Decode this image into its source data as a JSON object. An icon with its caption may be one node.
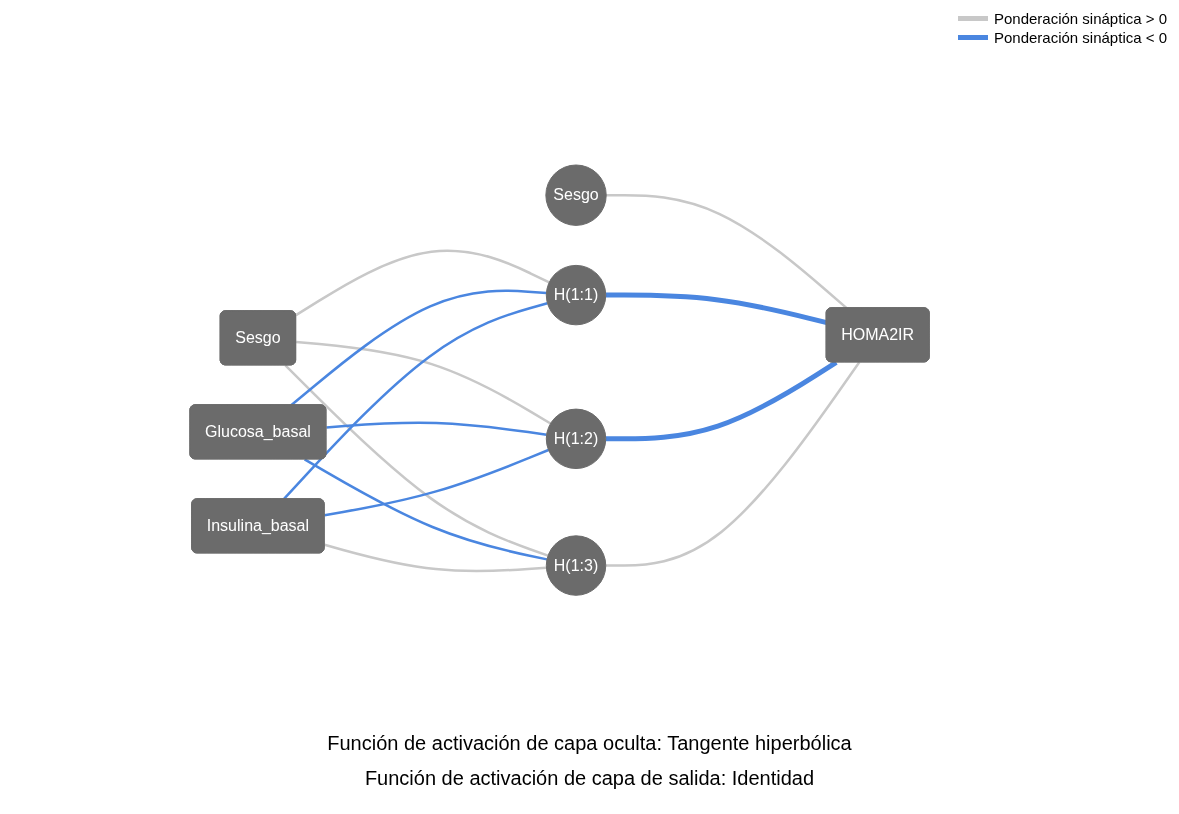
{
  "diagram": {
    "nodes": [
      {
        "text": [
          "Sesgo"
        ]
      },
      {
        "text": [
          "Glucosa_basal"
        ]
      },
      {
        "text": [
          "Insulina_basal"
        ]
      },
      {
        "text": [
          "Sesgo"
        ]
      },
      {
        "text": [
          "H(1:1)"
        ]
      },
      {
        "text": [
          "H(1:2)"
        ]
      },
      {
        "text": [
          "H(1:3)"
        ]
      },
      {
        "text": [
          "HOMA2IR"
        ]
      }
    ],
    "edges": [
      {
        "from": 0,
        "to": 4,
        "arrow": "none",
        "color": "#c8c8c8"
      },
      {
        "from": 0,
        "to": 5,
        "arrow": "none",
        "color": "#c8c8c8"
      },
      {
        "from": 0,
        "to": 6,
        "arrow": "none",
        "color": "#c8c8c8"
      },
      {
        "from": 1,
        "to": 4,
        "arrow": "none",
        "color": "#4a86e0"
      },
      {
        "from": 1,
        "to": 5,
        "arrow": "none",
        "color": "#4a86e0"
      },
      {
        "from": 1,
        "to": 6,
        "arrow": "none",
        "color": "#4a86e0"
      },
      {
        "from": 2,
        "to": 4,
        "arrow": "none",
        "color": "#4a86e0"
      },
      {
        "from": 2,
        "to": 5,
        "arrow": "none",
        "color": "#4a86e0"
      },
      {
        "from": 2,
        "to": 6,
        "arrow": "none",
        "color": "#c8c8c8"
      },
      {
        "from": 3,
        "to": 7,
        "arrow": "none",
        "color": "#c8c8c8"
      },
      {
        "from": 4,
        "to": 7,
        "arrow": "none",
        "style": "thick",
        "color": "#4a86e0"
      },
      {
        "from": 5,
        "to": 7,
        "arrow": "none",
        "style": "thick",
        "color": "#4a86e0"
      },
      {
        "from": 6,
        "to": 7,
        "arrow": "none",
        "color": "#c8c8c8"
      }
    ],
    "labels": [
      "Función de activación de capa oculta: Tangente hiperbólica",
      "Función de activación de capa de salida: Identidad"
    ],
    "legend": [
      {
        "text": "Ponderación sináptica > 0",
        "color": "#c8c8c8"
      },
      {
        "text": "Ponderación sináptica < 0",
        "color": "#4a86e0"
      }
    ]
  }
}
